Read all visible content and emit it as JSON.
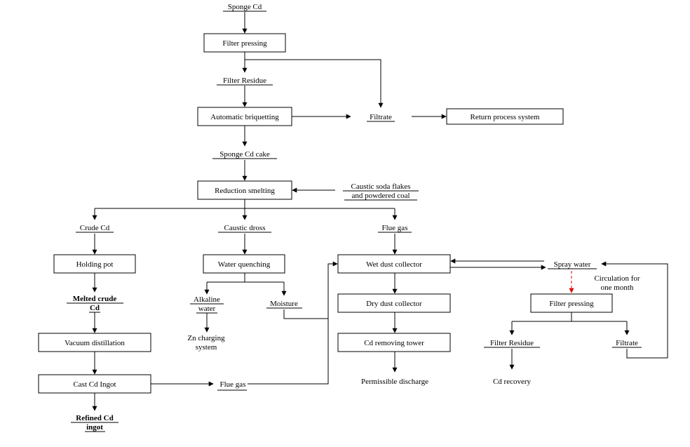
{
  "nodes": {
    "sponge_cd": "Sponge Cd",
    "filter_pressing_1": "Filter pressing",
    "filter_residue_1": "Filter Residue",
    "automatic_briquetting": "Automatic briquetting",
    "filtrate_1": "Filtrate",
    "return_process_system": "Return process system",
    "sponge_cd_cake": "Sponge Cd cake",
    "reduction_smelting": "Reduction smelting",
    "caustic_soda_line1": "Caustic soda flakes",
    "caustic_soda_line2": "and powdered coal",
    "crude_cd": "Crude Cd",
    "caustic_dross": "Caustic dross",
    "flue_gas_1": "Flue gas",
    "holding_pot": "Holding pot",
    "water_quenching": "Water quenching",
    "wet_dust_collector": "Wet dust collector",
    "spray_water": "Spray water",
    "circulation_line1": "Circulation for",
    "circulation_line2": "one month",
    "melted_crude_line1": "Melted crude",
    "melted_crude_line2": "Cd",
    "alkaline_line1": "Alkaline",
    "alkaline_line2": "water",
    "moisture": "Moisture",
    "dry_dust_collector": "Dry dust collector",
    "filter_pressing_2": "Filter pressing",
    "zn_line1": "Zn charging",
    "zn_line2": "system",
    "vacuum_distillation": "Vacuum distillation",
    "cd_removing_tower": "Cd removing tower",
    "filter_residue_2": "Filter Residue",
    "filtrate_2": "Filtrate",
    "cast_cd_ingot": "Cast Cd Ingot",
    "flue_gas_2": "Flue gas",
    "permissible_discharge": "Permissible discharge",
    "cd_recovery": "Cd recovery",
    "refined_line1": "Refined Cd",
    "refined_line2": "ingot"
  },
  "colors": {
    "line": "#000000",
    "dashed_arrow": "#e00000"
  }
}
